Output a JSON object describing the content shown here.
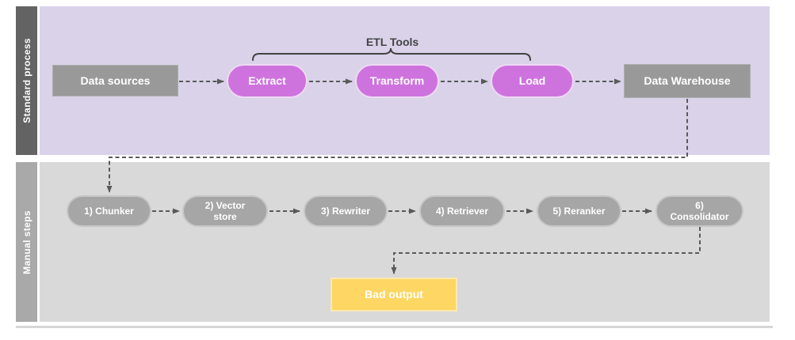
{
  "lanes": {
    "standard": {
      "label": "Standard process",
      "annotation": {
        "label": "ETL Tools"
      },
      "nodes": {
        "data_sources": {
          "label": "Data sources"
        },
        "extract": {
          "label": "Extract"
        },
        "transform": {
          "label": "Transform"
        },
        "load": {
          "label": "Load"
        },
        "data_warehouse": {
          "label": "Data Warehouse"
        }
      }
    },
    "manual": {
      "label": "Manual steps",
      "steps": [
        {
          "label": "1) Chunker"
        },
        {
          "label": "2) Vector\nstore"
        },
        {
          "label": "3) Rewriter"
        },
        {
          "label": "4) Retriever"
        },
        {
          "label": "5) Reranker"
        },
        {
          "label": "6)\nConsolidator"
        }
      ],
      "bad_output": {
        "label": "Bad output"
      }
    }
  },
  "edges": [
    {
      "from": "Data sources",
      "to": "Extract"
    },
    {
      "from": "Extract",
      "to": "Transform"
    },
    {
      "from": "Transform",
      "to": "Load"
    },
    {
      "from": "Load",
      "to": "Data Warehouse"
    },
    {
      "from": "Data Warehouse",
      "to": "1) Chunker"
    },
    {
      "from": "1) Chunker",
      "to": "2) Vector store"
    },
    {
      "from": "2) Vector store",
      "to": "3) Rewriter"
    },
    {
      "from": "3) Rewriter",
      "to": "4) Retriever"
    },
    {
      "from": "4) Retriever",
      "to": "5) Reranker"
    },
    {
      "from": "5) Reranker",
      "to": "6) Consolidator"
    },
    {
      "from": "6) Consolidator",
      "to": "Bad output"
    }
  ],
  "colors": {
    "standard_lane_bg": "#d9d2e9",
    "standard_lane_bar": "#636363",
    "manual_lane_bg": "#d9d9d9",
    "manual_lane_bar": "#a9a9a9",
    "etl_pill_fill": "#ce73de",
    "gray_box_fill": "#999999",
    "gray_pill_fill": "#a6a6a6",
    "bad_output_fill": "#fdd663",
    "connector": "#595959",
    "annotation_text": "#434343"
  }
}
